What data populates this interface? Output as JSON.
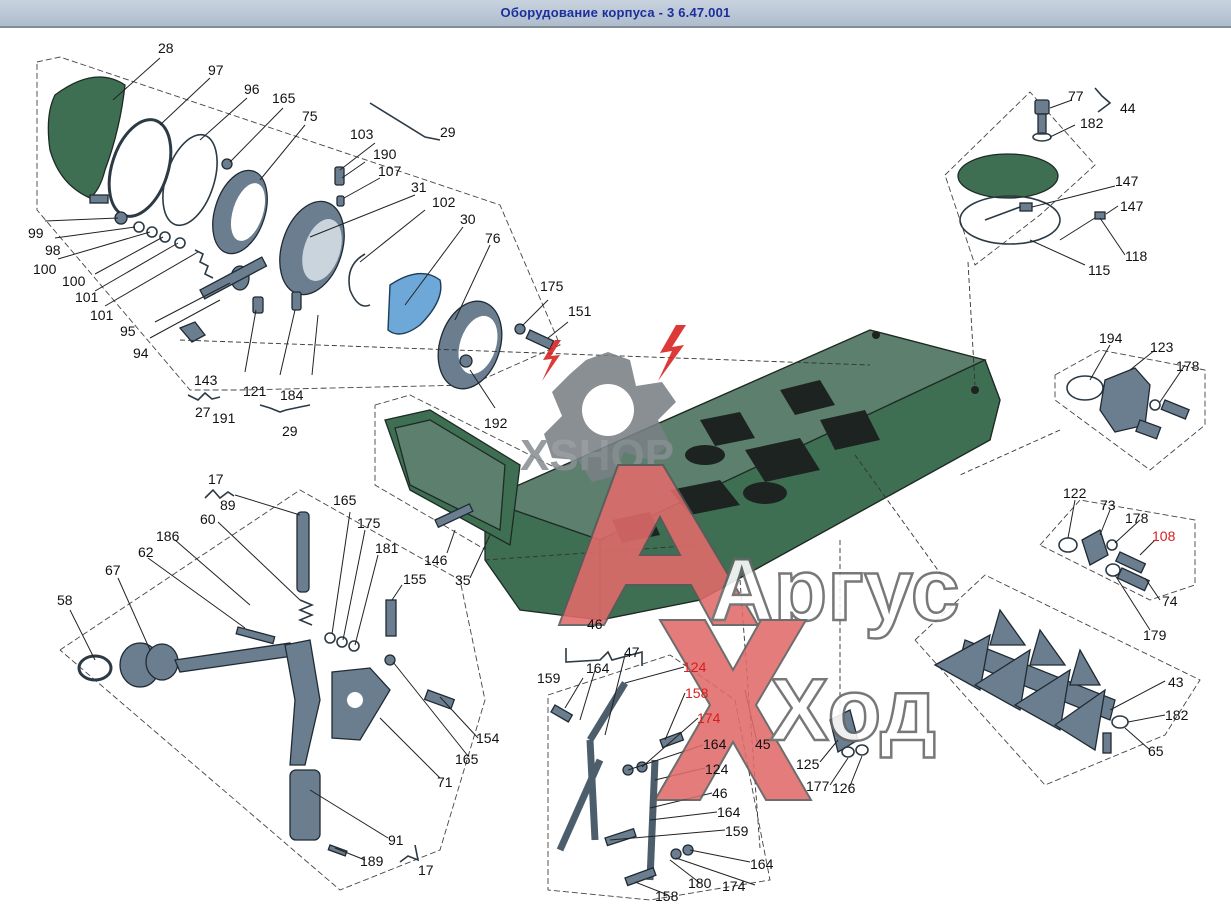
{
  "window": {
    "title": "Оборудование корпуса - 3 6.47.001"
  },
  "watermark": {
    "brand_top": "XSHOP",
    "brand_main": "Аргус",
    "brand_sub": "Ход"
  },
  "colors": {
    "part_green": "#3f6f52",
    "steel": "#6b7e8f",
    "filter_blue": "#6da8d8",
    "highlight_red": "#d81e1e",
    "title_blue": "#1b2f9c"
  },
  "groups": {
    "brake_assembly": [
      "28",
      "97",
      "96",
      "165",
      "75",
      "103",
      "190",
      "107",
      "31",
      "102",
      "30",
      "76",
      "99",
      "98",
      "100",
      "100",
      "101",
      "101",
      "95",
      "94",
      "143",
      "121",
      "184",
      "175",
      "151",
      "192",
      "29",
      "29",
      "27",
      "191"
    ],
    "top_cover": [
      "77",
      "182",
      "44",
      "147",
      "147",
      "118",
      "115"
    ],
    "side_flange": [
      "194",
      "123",
      "178"
    ],
    "small_flange": [
      "122",
      "73",
      "178",
      "108",
      "74",
      "179"
    ],
    "linkage_left": [
      "17",
      "60",
      "89",
      "186",
      "62",
      "67",
      "58",
      "165",
      "175",
      "181",
      "155",
      "154",
      "165",
      "71",
      "91",
      "189",
      "17"
    ],
    "hull_front": [
      "146",
      "35"
    ],
    "rod_assembly": [
      "46",
      "47",
      "164",
      "159",
      "124",
      "158",
      "174",
      "164",
      "124",
      "46",
      "164",
      "159",
      "164",
      "158",
      "180",
      "174",
      "45"
    ],
    "blade_assembly": [
      "43",
      "182",
      "65",
      "125",
      "177",
      "126"
    ]
  },
  "labels": {
    "l28": "28",
    "l97": "97",
    "l96": "96",
    "l165a": "165",
    "l75": "75",
    "l103": "103",
    "l190": "190",
    "l29a": "29",
    "l107": "107",
    "l31": "31",
    "l102": "102",
    "l30": "30",
    "l76": "76",
    "l99": "99",
    "l98": "98",
    "l100a": "100",
    "l100b": "100",
    "l101a": "101",
    "l101b": "101",
    "l95": "95",
    "l94": "94",
    "l143": "143",
    "l27": "27",
    "l191": "191",
    "l121": "121",
    "l184": "184",
    "l29b": "29",
    "l175a": "175",
    "l151": "151",
    "l192": "192",
    "l77": "77",
    "l44": "44",
    "l182a": "182",
    "l147a": "147",
    "l147b": "147",
    "l118": "118",
    "l115": "115",
    "l194": "194",
    "l123": "123",
    "l178a": "178",
    "l122": "122",
    "l73": "73",
    "l178b": "178",
    "l108": "108",
    "l74": "74",
    "l179": "179",
    "l146": "146",
    "l35": "35",
    "l17a": "17",
    "l60": "60",
    "l89": "89",
    "l165b": "165",
    "l175b": "175",
    "l181": "181",
    "l155": "155",
    "l186": "186",
    "l62": "62",
    "l67": "67",
    "l58": "58",
    "l154": "154",
    "l165c": "165",
    "l71": "71",
    "l91": "91",
    "l189": "189",
    "l17b": "17",
    "l46a": "46",
    "l47": "47",
    "l164a": "164",
    "l159a": "159",
    "l124a": "124",
    "l158a": "158",
    "l174a": "174",
    "l164b": "164",
    "l124b": "124",
    "l45": "45",
    "l46b": "46",
    "l164c": "164",
    "l159b": "159",
    "l164d": "164",
    "l158b": "158",
    "l180": "180",
    "l174b": "174",
    "l43": "43",
    "l182b": "182",
    "l65": "65",
    "l125": "125",
    "l177": "177",
    "l126": "126"
  }
}
